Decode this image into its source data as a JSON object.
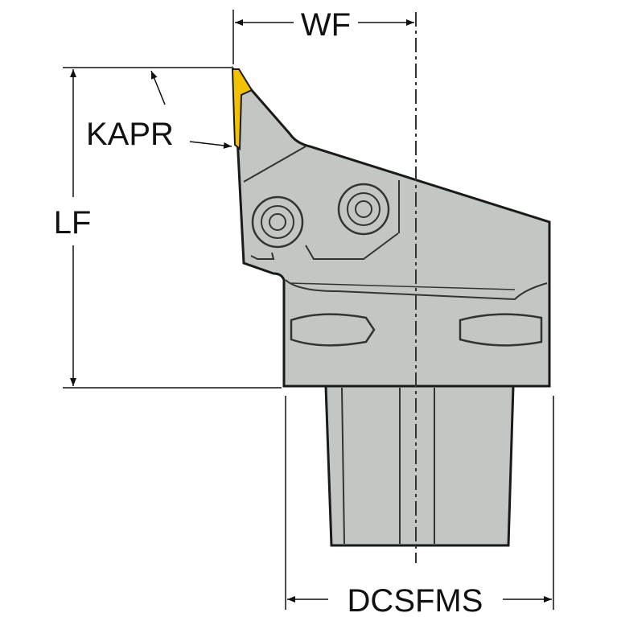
{
  "labels": {
    "wf": "WF",
    "kapr": "KAPR",
    "lf": "LF",
    "dcsfms": "DCSFMS"
  },
  "colors": {
    "body": "#c3c7c3",
    "insert": "#f2c200",
    "outline": "#1a1a1a"
  }
}
